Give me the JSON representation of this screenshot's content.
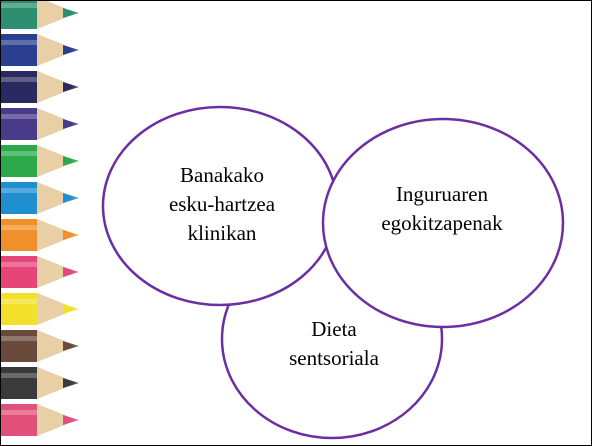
{
  "venn": {
    "outline_color": "#6a2fa0",
    "circles": [
      {
        "id": "circle-clinical",
        "lines": [
          "Banakako",
          "esku-hartzea",
          "klinikan"
        ]
      },
      {
        "id": "circle-environment",
        "lines": [
          "Inguruaren",
          "egokitzapenak"
        ]
      },
      {
        "id": "circle-diet",
        "lines": [
          "Dieta",
          "sentsoriala"
        ]
      }
    ]
  },
  "decoration": {
    "pencil_colors": [
      "#2d8f6f",
      "#2b3f8f",
      "#2a2a60",
      "#4a3a8a",
      "#2aa84a",
      "#1f8fd0",
      "#f0902a",
      "#e6457a",
      "#f2e02a",
      "#6a4a3a",
      "#3a3a3a",
      "#e0507a"
    ]
  }
}
